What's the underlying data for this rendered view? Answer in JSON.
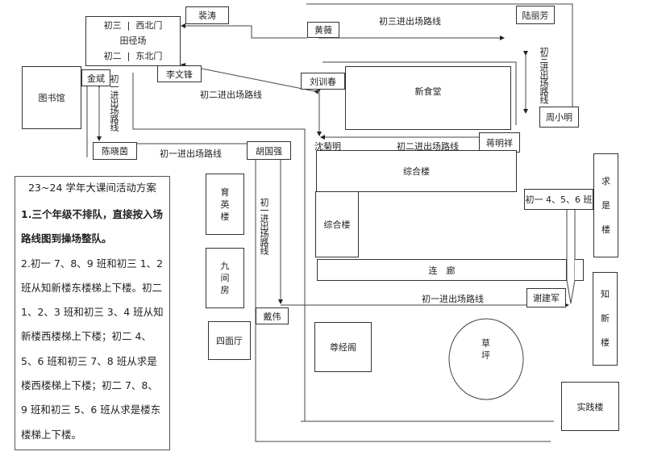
{
  "track_field": {
    "row1_grade": "初三",
    "row1_gate": "西北门",
    "name": "田径场",
    "row2_grade": "初二",
    "row2_gate": "东北门"
  },
  "buildings": {
    "library": "图书馆",
    "new_canteen": "新食堂",
    "complex_top": "综合楼",
    "complex_side": "综合楼",
    "qiushi": [
      "求",
      "是",
      "楼"
    ],
    "zhixin": [
      "知",
      "新",
      "楼"
    ],
    "corridor": "连　廊",
    "zunjing": "尊经阁",
    "lawn": [
      "草",
      "坪"
    ],
    "practice": "实践楼",
    "yuying": [
      "育",
      "英",
      "楼"
    ],
    "jiujian": [
      "九",
      "间",
      "房"
    ],
    "simian": "四面厅"
  },
  "staff": {
    "pei": "裴涛",
    "huang": "黄薇",
    "lu": "陆丽芳",
    "jin": "金斌",
    "li": "李文锋",
    "liu": "刘训春",
    "zhou": "周小明",
    "chen": "陈晓茵",
    "hu": "胡国强",
    "shen": "沈菊明",
    "jiang": "蒋明祥",
    "xie": "谢建军",
    "dai": "戴伟"
  },
  "class_box": "初一 4、5、6 班",
  "routes": {
    "g3_top": "初三进出场路线",
    "g3_vertical": "初三进出场路线",
    "g2_diag": "初二进出场路线",
    "g1_left_vertical": "初一进出场路线",
    "g1_upper": "初一进出场路线",
    "g2_lower": "初二进出场路线",
    "g1_mid_vertical": "初一进出场路线",
    "g1_bottom": "初一进出场路线"
  },
  "notes": {
    "title": "23~24 学年大课间活动方案",
    "item1": "1.三个年级不排队，直接按入场路线图到操场整队。",
    "item2": "2.初一 7、8、9 班和初三 1、2 班从知新楼东楼梯上下楼。初二 1、2、3 班和初三 3、4 班从知新楼西楼梯上下楼；初二 4、5、6 班和初三 7、8 班从求是楼西楼梯上下楼；初二 7、8、9 班和初三 5、6 班从求是楼东楼梯上下楼。"
  }
}
